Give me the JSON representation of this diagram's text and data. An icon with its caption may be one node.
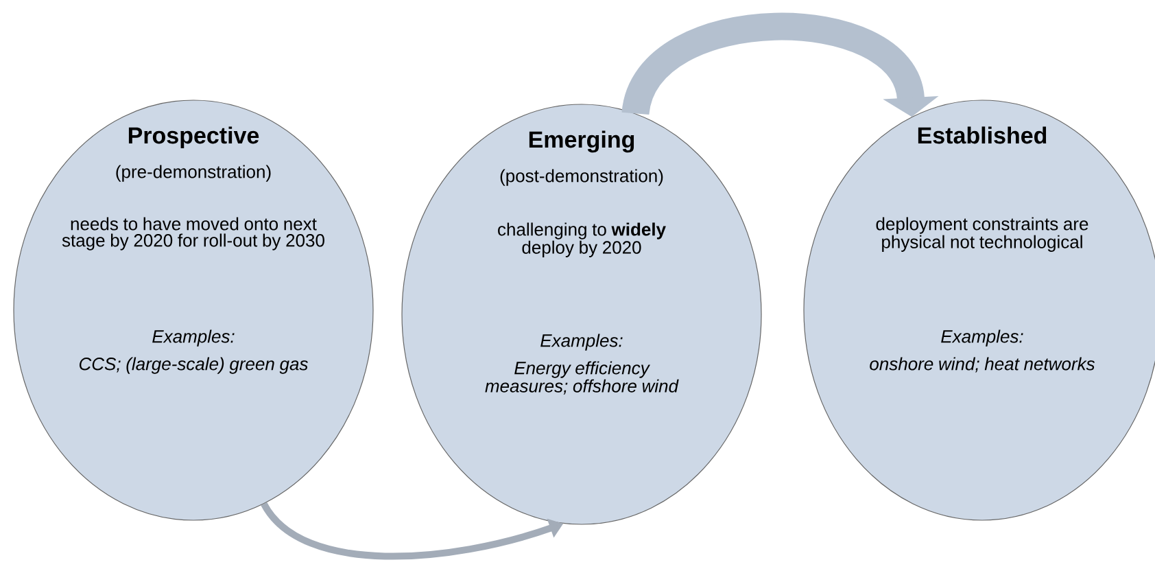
{
  "diagram": {
    "nodes": [
      {
        "text": [
          "Prospective",
          "(pre-demonstration)",
          "needs to have moved onto next stage by 2020 for roll-out by 2030",
          "Examples:",
          "CCS; (large-scale) green gas"
        ]
      },
      {
        "text": [
          "Emerging",
          "(post-demonstration)",
          "challenging to **widely** deploy by 2020",
          "Examples:",
          "Energy efficiency measures; offshore wind"
        ]
      },
      {
        "text": [
          "Established",
          "deployment constraints are physical not technological",
          "Examples:",
          "onshore wind; heat networks"
        ]
      }
    ],
    "edges": [
      {
        "from": 0,
        "to": 1,
        "arrow": "to"
      },
      {
        "from": 1,
        "to": 2,
        "arrow": "to",
        "style": "thick"
      }
    ]
  }
}
